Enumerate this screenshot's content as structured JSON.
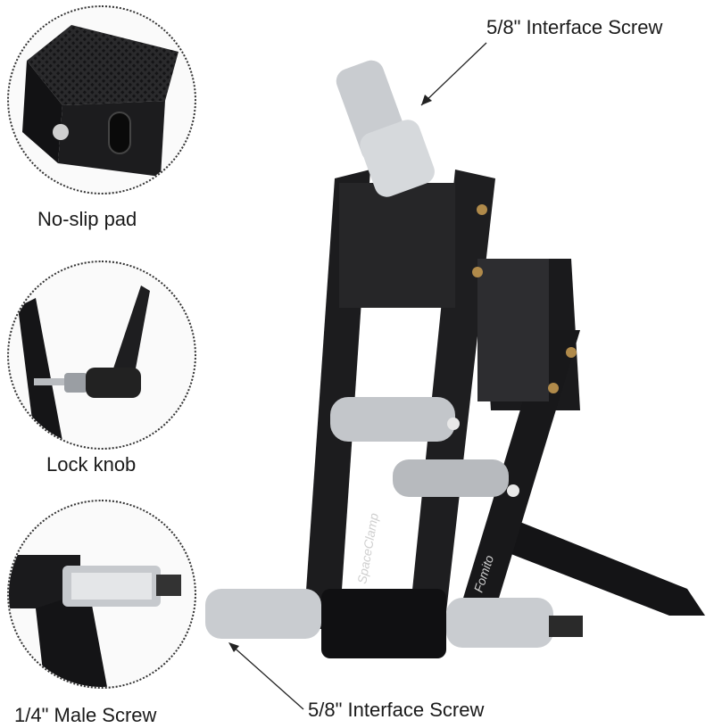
{
  "callouts": {
    "top_interface": "5/8\" Interface Screw",
    "bottom_interface": "5/8\" Interface Screw"
  },
  "details": [
    {
      "label": "No-slip pad"
    },
    {
      "label": "Lock knob"
    },
    {
      "label": "1/4\" Male Screw"
    }
  ],
  "product": {
    "brand_text": "Fomito",
    "model_text": "SpaceClamp"
  },
  "colors": {
    "metal_black": "#1c1c1e",
    "aluminium": "#c9ccd0",
    "brass": "#b08a4a"
  }
}
